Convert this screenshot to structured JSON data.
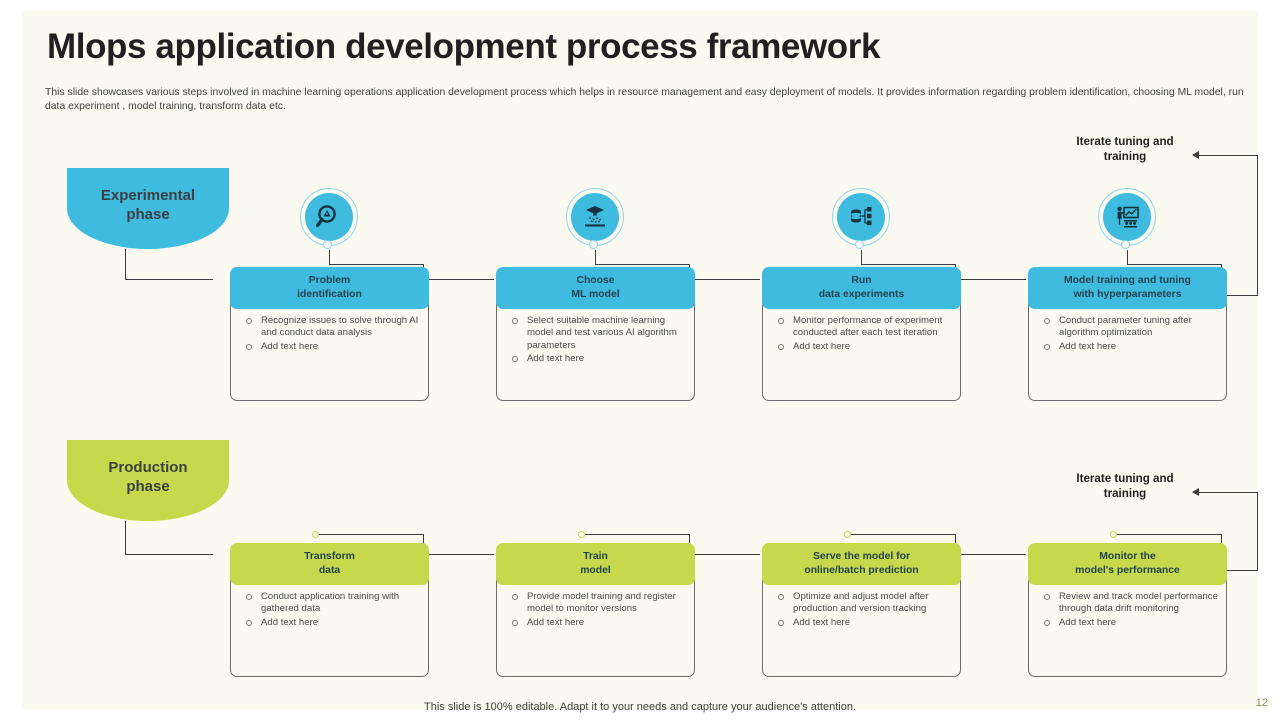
{
  "header": {
    "title": "Mlops application development process framework",
    "subtitle": "This slide showcases various steps involved in machine learning operations application development process which helps in resource management and easy deployment of models. It provides information regarding problem identification, choosing ML model, run data experiment ,  model training, transform data etc."
  },
  "colors": {
    "experimental": "#3fbbdf",
    "production": "#c6d94c",
    "background": "#fafaf0",
    "text_dark": "#25424f",
    "connector": "#3d3d3d"
  },
  "phases": [
    {
      "badge": "Experimental phase",
      "badge_line1": "Experimental",
      "badge_line2": "phase",
      "loop_label_line1": "Iterate  tuning and",
      "loop_label_line2": "training",
      "steps": [
        {
          "title_line1": "Problem",
          "title_line2": "identification",
          "icon": "magnifier-alert-icon",
          "bullets": [
            "Recognize issues to solve through AI  and conduct data analysis",
            "Add text here"
          ]
        },
        {
          "title_line1": "Choose",
          "title_line2": "ML model",
          "icon": "graduation-cap-data-icon",
          "bullets": [
            "Select suitable machine learning model and test various AI algorithm parameters",
            "Add text here"
          ]
        },
        {
          "title_line1": "Run",
          "title_line2": "data experiments",
          "icon": "database-nodes-icon",
          "bullets": [
            "Monitor performance of experiment conducted after each test iteration",
            "Add text here"
          ]
        },
        {
          "title_line1": "Model training  and tuning",
          "title_line2": "with hyperparameters",
          "icon": "presenter-training-icon",
          "bullets": [
            "Conduct parameter tuning after algorithm optimization",
            "Add text here"
          ]
        }
      ]
    },
    {
      "badge": "Production phase",
      "badge_line1": "Production",
      "badge_line2": "phase",
      "loop_label_line1": "Iterate  tuning and",
      "loop_label_line2": "training",
      "steps": [
        {
          "title_line1": "Transform",
          "title_line2": "data",
          "icon": "node-dot-icon",
          "bullets": [
            "Conduct application training with gathered data",
            "Add text here"
          ]
        },
        {
          "title_line1": "Train",
          "title_line2": "model",
          "icon": "node-dot-icon",
          "bullets": [
            "Provide model training and register model to monitor versions",
            "Add text here"
          ]
        },
        {
          "title_line1": "Serve the  model for",
          "title_line2": "online/batch  prediction",
          "icon": "node-dot-icon",
          "bullets": [
            "Optimize and adjust model after production and version tracking",
            "Add text here"
          ]
        },
        {
          "title_line1": "Monitor  the",
          "title_line2": "model's  performance",
          "icon": "node-dot-icon",
          "bullets": [
            "Review and track model performance through data drift monitoring",
            "Add text here"
          ]
        }
      ]
    }
  ],
  "footer": {
    "note": "This slide is 100% editable. Adapt it to your needs and capture your audience's attention.",
    "page_number": "12"
  }
}
